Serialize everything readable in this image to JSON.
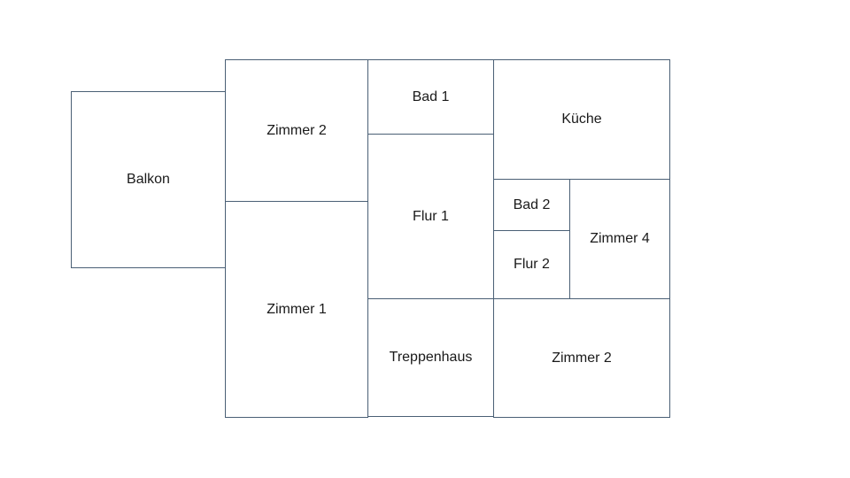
{
  "floorplan": {
    "line_color": "#4a5f75",
    "rooms": [
      {
        "id": "balkon",
        "label": "Balkon"
      },
      {
        "id": "zimmer2_top",
        "label": "Zimmer 2"
      },
      {
        "id": "zimmer1",
        "label": "Zimmer 1"
      },
      {
        "id": "bad1",
        "label": "Bad 1"
      },
      {
        "id": "flur1",
        "label": "Flur 1"
      },
      {
        "id": "treppenhaus",
        "label": "Treppenhaus"
      },
      {
        "id": "kueche",
        "label": "Küche"
      },
      {
        "id": "bad2",
        "label": "Bad 2"
      },
      {
        "id": "flur2",
        "label": "Flur 2"
      },
      {
        "id": "zimmer4",
        "label": "Zimmer 4"
      },
      {
        "id": "zimmer2_bottom",
        "label": "Zimmer 2"
      }
    ]
  }
}
